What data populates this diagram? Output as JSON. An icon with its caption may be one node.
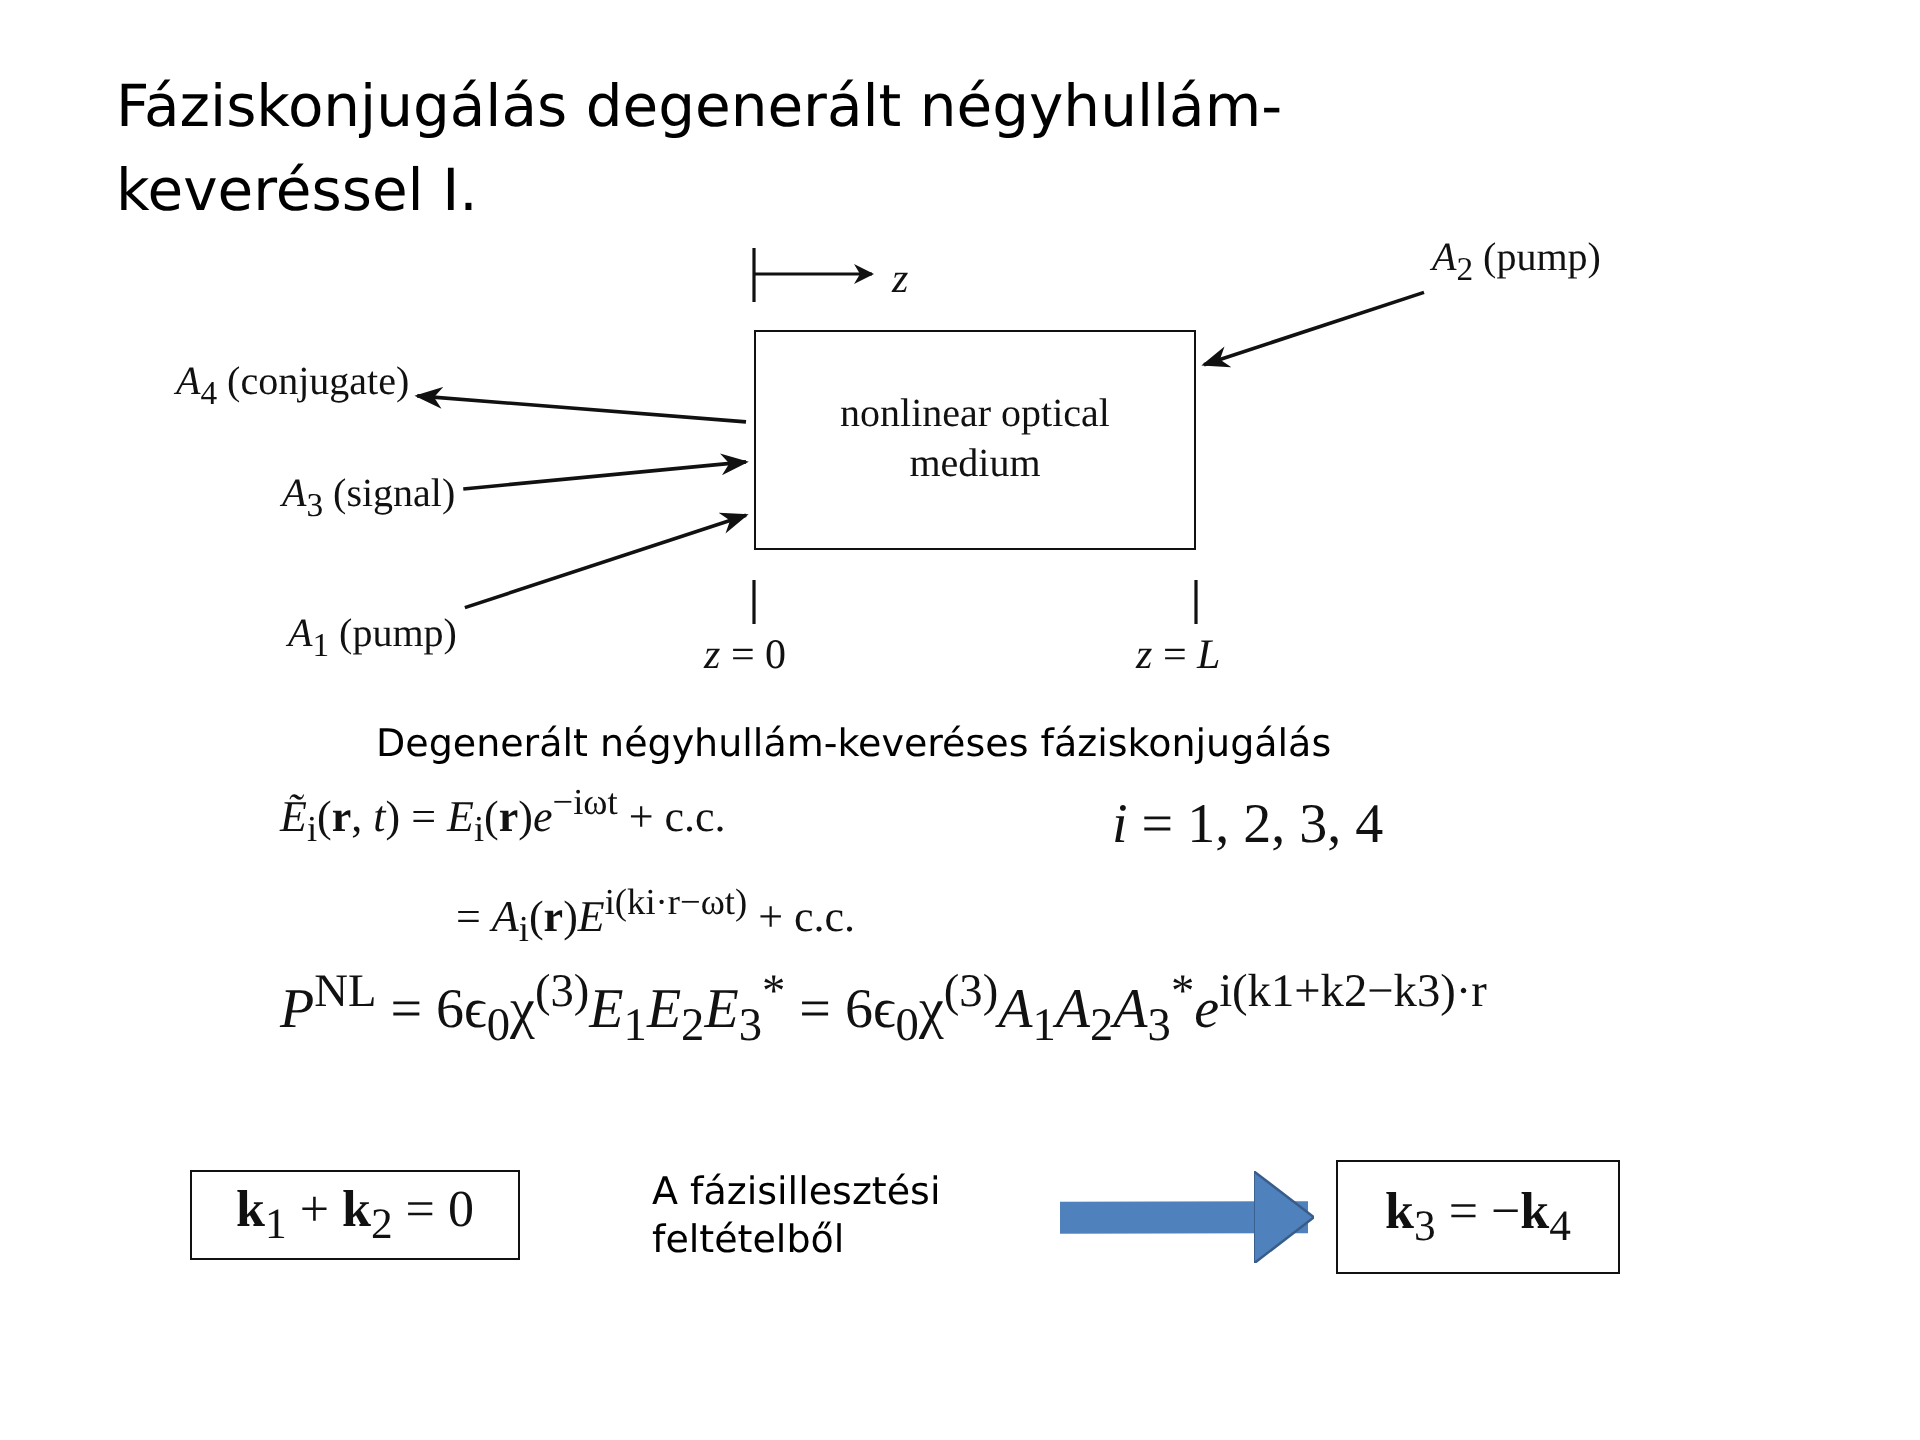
{
  "diagram": {
    "title": "Fáziskonjugálás degenerált négyhullám-keveréssel I.",
    "nodes": [
      {
        "text": [
          "nonlinear optical medium"
        ]
      },
      {
        "text": [
          "*A*$_{4}$ (conjugate)"
        ]
      },
      {
        "text": [
          "*A*$_{3}$ (signal)"
        ]
      },
      {
        "text": [
          "*A*$_{1}$ (pump)"
        ]
      },
      {
        "text": [
          "*A*$_{2}$ (pump)"
        ]
      },
      {
        "text": [
          "**k**$_{1}$ + **k**$_{2}$ = 0"
        ]
      },
      {
        "text": [
          "A fázisillesztési feltételből"
        ]
      },
      {
        "text": [
          "**k**$_{3}$ = −**k**$_{4}$"
        ]
      }
    ],
    "edges": [
      {
        "from": 0,
        "to": 1,
        "arrow": "to"
      },
      {
        "from": 2,
        "to": 0,
        "arrow": "to"
      },
      {
        "from": 3,
        "to": 0,
        "arrow": "to"
      },
      {
        "from": 4,
        "to": 0,
        "arrow": "to"
      },
      {
        "from": 6,
        "to": 7,
        "arrow": "to",
        "style": "thick",
        "color": "#4f81bd"
      }
    ],
    "labels": [
      "*z*",
      "*z* = 0",
      "*z* = *L*",
      "Degenerált négyhullám-keveréses fáziskonjugálás",
      "*Ẽ*$_{i}$(**r**, *t*) = *E*$_{i}$(**r**)*e*$^{−iωt}$ + c.c.",
      "*i* = 1, 2, 3, 4",
      "= *A*$_{i}$(**r**)*E*$^{i(ki·r−ωt)}$ + c.c.",
      "*P*$^{NL}$ = 6ϵ$_{0}$χ$^{(3)}$*E*$_{1}$*E*$_{2}$*E*$_{3}$$^{*}$ = 6ϵ$_{0}$χ$^{(3)}$*A*$_{1}$*A*$_{2}$*A*$_{3}$$^{*}$*e*$^{i(k1+k2−k3)·r}$"
    ]
  }
}
